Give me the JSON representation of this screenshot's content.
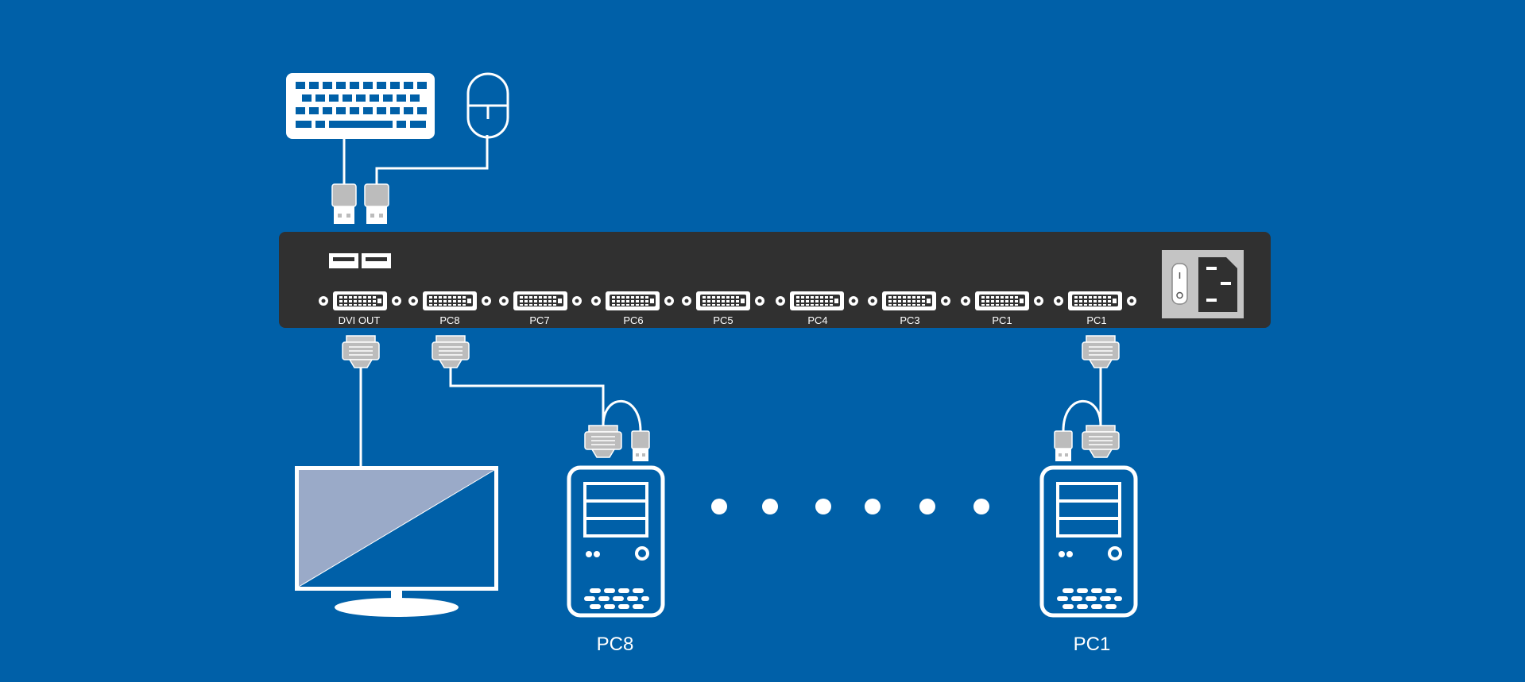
{
  "colors": {
    "background": "#0060a8",
    "device_body": "#303030",
    "foreground": "#ffffff",
    "connector": "#c8c8c8",
    "monitor_screen": "#9aaac8"
  },
  "kvm_ports": {
    "dvi_out": "DVI OUT",
    "inputs": [
      "PC8",
      "PC7",
      "PC6",
      "PC5",
      "PC4",
      "PC3",
      "PC1",
      "PC1"
    ]
  },
  "computers": {
    "left": "PC8",
    "right": "PC1"
  },
  "icons": {
    "keyboard": "keyboard-icon",
    "mouse": "mouse-icon",
    "monitor": "monitor-icon",
    "computer": "computer-tower-icon",
    "power": "power-switch-icon"
  }
}
